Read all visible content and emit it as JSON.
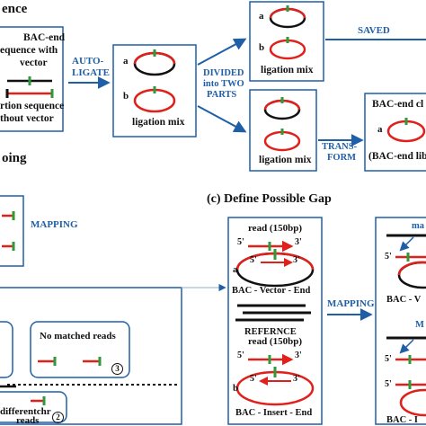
{
  "sections": {
    "top_fragment": "ence",
    "bottom_left_fragment": "oing",
    "define_gap": "(c) Define Possible Gap"
  },
  "box1": {
    "line1": "BAC-end",
    "line2": "equence with",
    "line3": "vector",
    "line4": "rtion sequence",
    "line5": "thout vector"
  },
  "arrows": {
    "auto_ligate_1": "AUTO-",
    "auto_ligate_2": "LIGATE",
    "divided_1": "DIVIDED",
    "divided_2": "into TWO",
    "divided_3": "PARTS",
    "saved": "SAVED",
    "transform_1": "TRANS-",
    "transform_2": "FORM",
    "mapping_left": "MAPPING",
    "mapping_mid": "MAPPING"
  },
  "box2": {
    "a": "a",
    "b": "b",
    "caption": "ligation mix"
  },
  "box3": {
    "a": "a",
    "b": "b",
    "caption": "ligation mix"
  },
  "box4": {
    "caption": "ligation mix"
  },
  "box5": {
    "line1": "BAC-end cl",
    "a": "a",
    "line2": "(BAC-end lib"
  },
  "gap_box": {
    "read_a": "read (150bp)",
    "five_a": "5'",
    "three_a": "3'",
    "five_a2": "5'",
    "three_a2": "3'",
    "label_a": "a",
    "vector_end": "BAC - Vector - End",
    "reference": "REFERNCE",
    "read_b": "read (150bp)",
    "five_b": "5'",
    "three_b": "3'",
    "five_b2": "5'",
    "three_b2": "3'",
    "label_b": "b",
    "insert_end": "BAC - Insert - End"
  },
  "left_box": {
    "no_matched": "No matched reads",
    "badge3": "3",
    "different_chr": "differentchr",
    "reads": "reads",
    "badge2": "2"
  },
  "right_frag": {
    "ma_top": "ma",
    "five1": "5'",
    "bac_v": "BAC - V",
    "ma_mid": "M",
    "five2": "5'",
    "five3": "5'",
    "bac_i": "BAC - I"
  },
  "colors": {
    "blue": "#1f5fa8",
    "red": "#e0201a",
    "green": "#2e9a3a",
    "black": "#111111"
  }
}
